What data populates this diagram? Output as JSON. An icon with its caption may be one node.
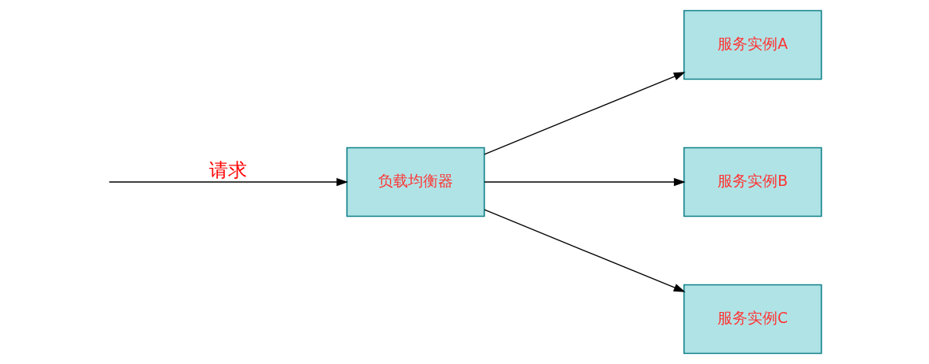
{
  "diagram": {
    "nodes": [
      {
        "text": [
          "负载均衡器"
        ]
      },
      {
        "text": [
          "服务实例A"
        ]
      },
      {
        "text": [
          "服务实例B"
        ]
      },
      {
        "text": [
          "服务实例C"
        ]
      }
    ],
    "edges": [
      {
        "from": null,
        "to": 0,
        "arrow": "to",
        "label": "请求"
      },
      {
        "from": 0,
        "to": 1,
        "arrow": "to"
      },
      {
        "from": 0,
        "to": 2,
        "arrow": "to"
      },
      {
        "from": 0,
        "to": 3,
        "arrow": "to"
      }
    ]
  }
}
